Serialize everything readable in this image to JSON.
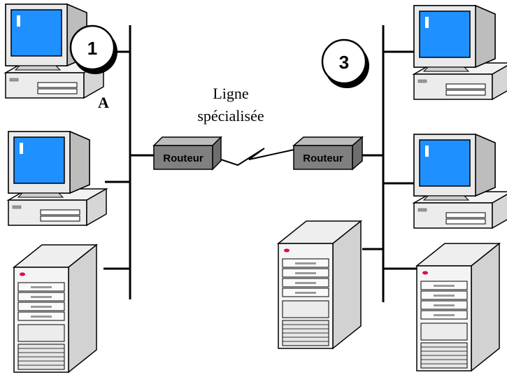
{
  "link": {
    "line1": "Ligne",
    "line2": "spécialisée"
  },
  "routers": {
    "left_label": "Routeur",
    "right_label": "Routeur"
  },
  "markers": {
    "left_number": "1",
    "right_number": "3",
    "host_label": "A"
  },
  "colors": {
    "screen": "#1E90FF",
    "router": "#808080",
    "led": "#E0005A"
  },
  "icons": {
    "workstation": "desktop-computer-icon",
    "server": "tower-server-icon",
    "router": "router-icon",
    "marker": "numbered-badge-icon"
  }
}
